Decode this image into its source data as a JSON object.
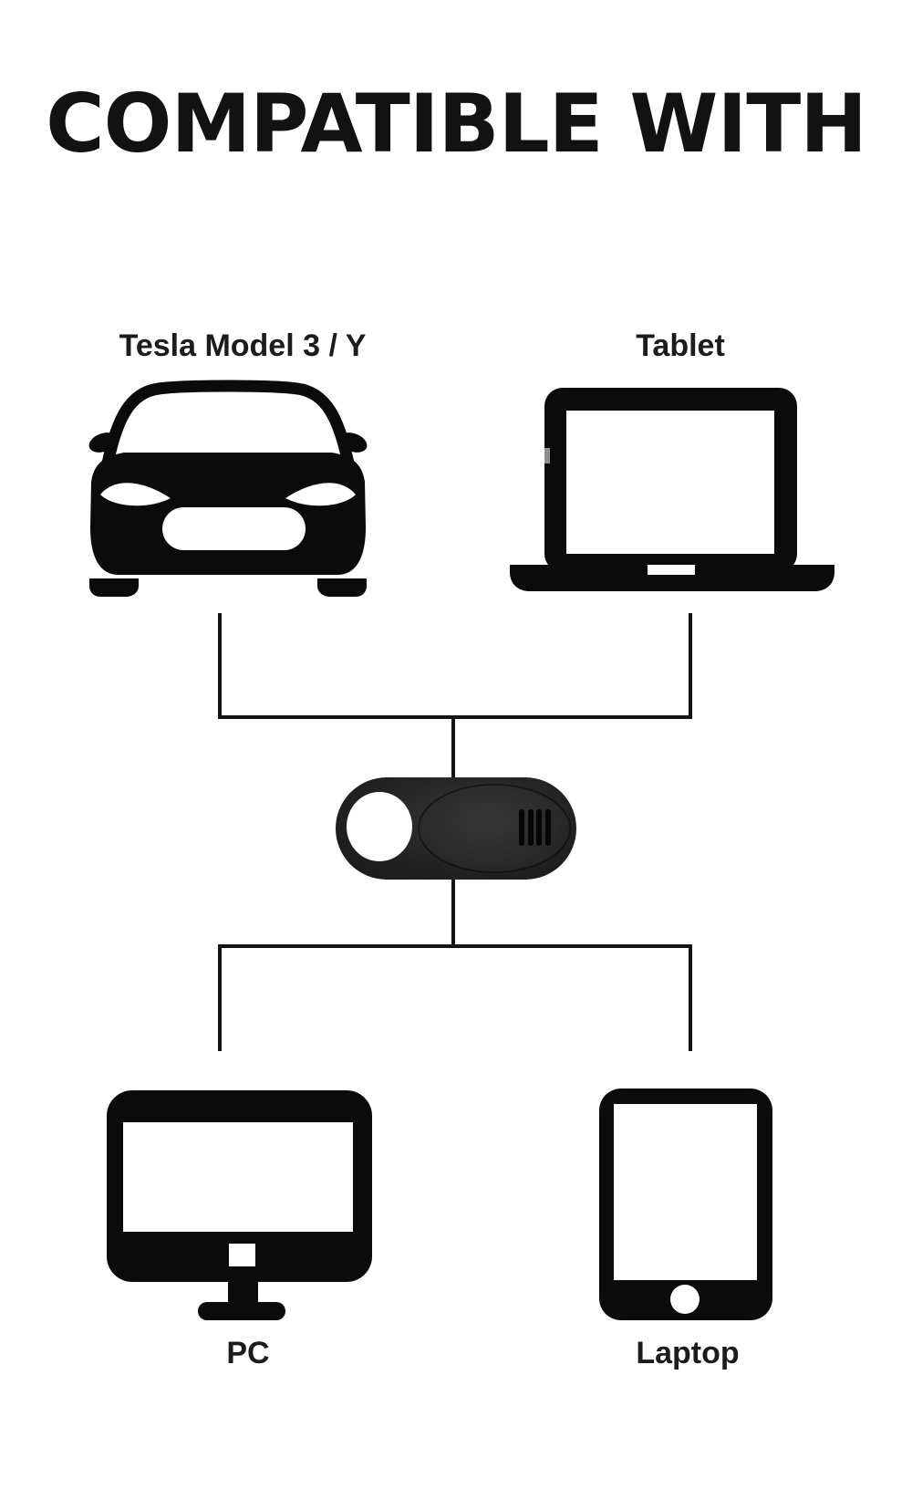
{
  "page_title": "COMPATIBLE WITH",
  "top_row": [
    {
      "label": "Tesla Model 3 / Y",
      "icon": "tesla-car-front-icon"
    },
    {
      "label": "Tablet",
      "icon": "laptop-icon"
    }
  ],
  "center_item": {
    "name": "webcam privacy cover slider",
    "icon": "webcam-cover-photo"
  },
  "bottom_row": [
    {
      "label": "PC",
      "icon": "desktop-monitor-icon"
    },
    {
      "label": "Laptop",
      "icon": "tablet-icon"
    }
  ],
  "colors": {
    "background": "#ffffff",
    "ink": "#121212",
    "cover_body": "#232323",
    "cover_slot": "#060606"
  }
}
